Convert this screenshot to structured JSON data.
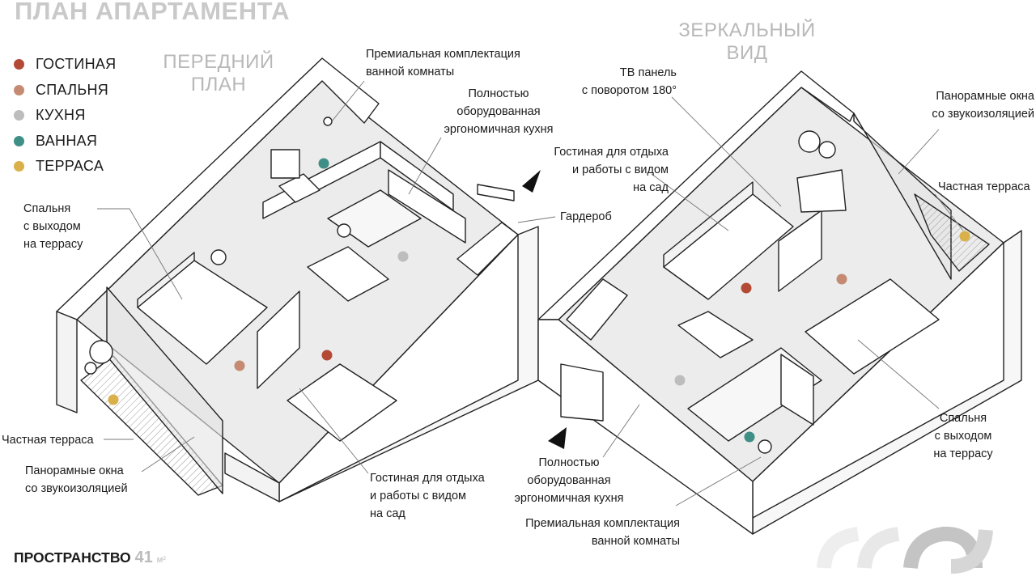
{
  "title": "ПЛАН АПАРТАМЕНТА",
  "views": {
    "front_line1": "ПЕРЕДНИЙ",
    "front_line2": "ПЛАН",
    "mirror_line1": "ЗЕРКАЛЬНЫЙ",
    "mirror_line2": "ВИД"
  },
  "legend": [
    {
      "label": "ГОСТИНАЯ",
      "color": "#b34a36"
    },
    {
      "label": "СПАЛЬНЯ",
      "color": "#c58b72"
    },
    {
      "label": "КУХНЯ",
      "color": "#bdbdbd"
    },
    {
      "label": "ВАННАЯ",
      "color": "#3f8f87"
    },
    {
      "label": "ТЕРРАСА",
      "color": "#d9b04a"
    }
  ],
  "front_annotations": {
    "bathroom": [
      "Премиальная комплектация",
      "ванной комнаты"
    ],
    "kitchen": [
      "Полностью",
      "оборудованная",
      "эргономичная кухня"
    ],
    "wardrobe": "Гардероб",
    "bedroom": [
      "Спальня",
      "с выходом",
      "на террасу"
    ],
    "terrace": "Частная терраса",
    "windows": [
      "Панорамные окна",
      "со звукоизоляцией"
    ],
    "living": [
      "Гостиная для отдыха",
      "и работы с видом",
      "на сад"
    ]
  },
  "mirror_annotations": {
    "tv": [
      "ТВ панель",
      "с поворотом 180°"
    ],
    "living": [
      "Гостиная для отдыха",
      "и работы с видом",
      "на сад"
    ],
    "windows": [
      "Панорамные окна",
      "со звукоизоляцией"
    ],
    "terrace": "Частная терраса",
    "bedroom": [
      "Спальня",
      "с выходом",
      "на террасу"
    ],
    "kitchen": [
      "Полностью",
      "оборудованная",
      "эргономичная кухня"
    ],
    "bathroom": [
      "Премиальная комплектация",
      "ванной комнаты"
    ]
  },
  "footer": {
    "label": "ПРОСТРАНСТВО",
    "area": "41",
    "unit": "м²"
  }
}
